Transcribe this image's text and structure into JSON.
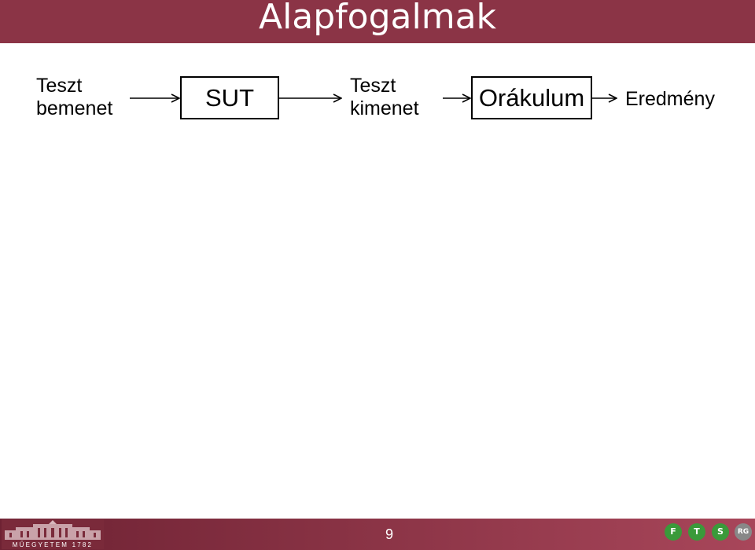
{
  "slide": {
    "title": "Alapfogalmak",
    "page_number": "9"
  },
  "diagram": {
    "input_label_line1": "Teszt",
    "input_label_line2": "bemenet",
    "sut_label": "SUT",
    "output_label_line1": "Teszt",
    "output_label_line2": "kimenet",
    "oracle_label": "Orákulum",
    "result_label": "Eredmény"
  },
  "footer": {
    "university_logo_text": "MŰEGYETEM 1782",
    "group_logo_letters": [
      "F",
      "T",
      "S",
      "RG"
    ]
  },
  "colors": {
    "header_bg": "#8b3446",
    "footer_bg": "#8b3446",
    "logo_green": "#3a9a3a"
  }
}
